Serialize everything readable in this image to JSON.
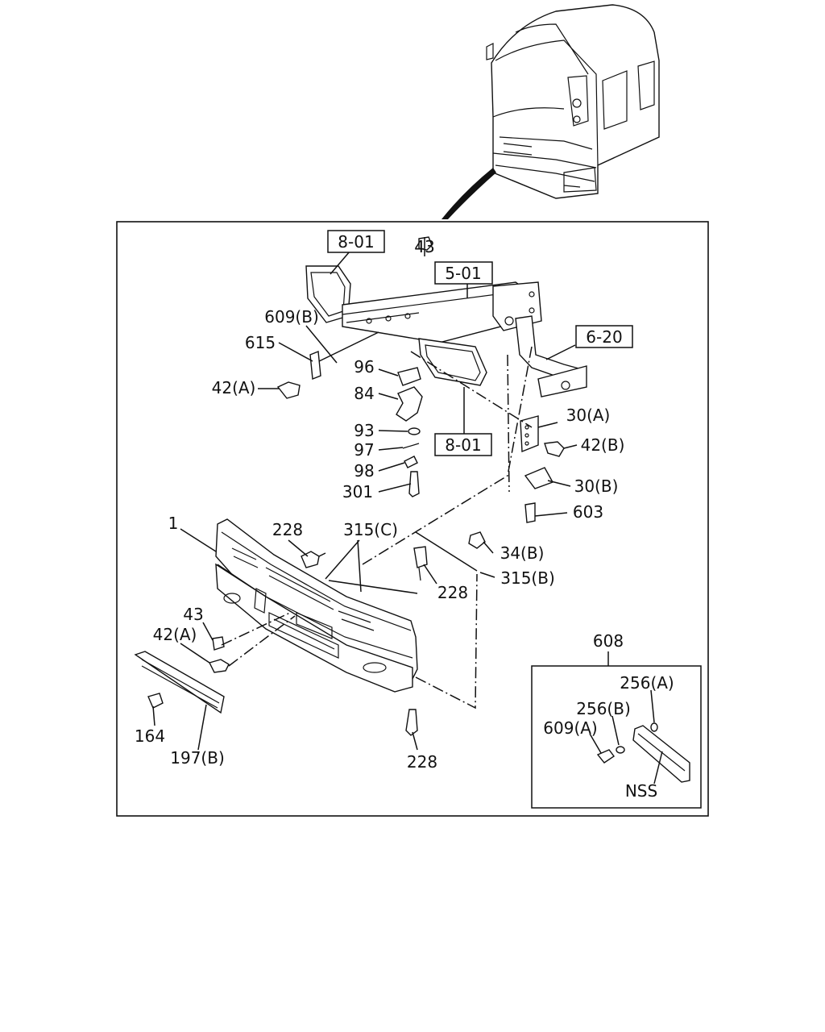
{
  "refs": {
    "r8_01_top": "8-01",
    "r5_01": "5-01",
    "r6_20": "6-20",
    "r8_01_mid": "8-01"
  },
  "callouts": {
    "c43_top": "43",
    "c609b": "609(B)",
    "c615": "615",
    "c42a_top": "42(A)",
    "c96": "96",
    "c84": "84",
    "c93": "93",
    "c97": "97",
    "c98": "98",
    "c301": "301",
    "c30a": "30(A)",
    "c42b": "42(B)",
    "c30b": "30(B)",
    "c603": "603",
    "c1": "1",
    "c228_a": "228",
    "c315c": "315(C)",
    "c34b": "34(B)",
    "c315b": "315(B)",
    "c228_b": "228",
    "c43_low": "43",
    "c42a_low": "42(A)",
    "c164": "164",
    "c197b": "197(B)",
    "c228_c": "228"
  },
  "inset": {
    "number": "608",
    "c256a": "256(A)",
    "c256b": "256(B)",
    "c609a": "609(A)",
    "nss": "NSS"
  }
}
